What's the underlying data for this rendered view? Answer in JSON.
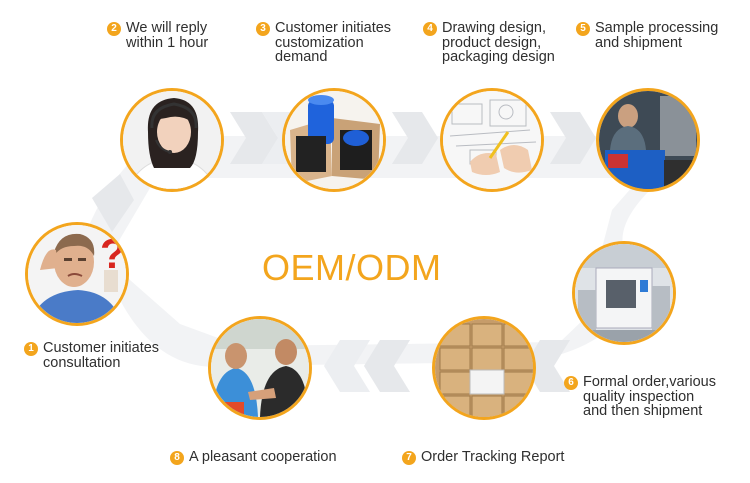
{
  "center_title": "OEM/ODM",
  "accent_color": "#f3a51d",
  "path_color": "#eef0f3",
  "steps": [
    {
      "num": "1",
      "label": "Customer initiates\nconsultation",
      "photo": "confused-man-with-question-mark"
    },
    {
      "num": "2",
      "label": "We will reply\nwithin 1 hour",
      "photo": "support-agent-with-headset"
    },
    {
      "num": "3",
      "label": "Customer initiates\ncustomization\ndemand",
      "photo": "blue-bottle-in-gift-box"
    },
    {
      "num": "4",
      "label": "Drawing design,\nproduct design,\npackaging design",
      "photo": "hands-sketching-technical-drawings"
    },
    {
      "num": "5",
      "label": "Sample processing\nand shipment",
      "photo": "worker-at-production-machine"
    },
    {
      "num": "6",
      "label": "Formal order,various\nquality inspection\nand then shipment",
      "photo": "cnc-machine-in-factory"
    },
    {
      "num": "7",
      "label": "Order Tracking Report",
      "photo": "stacked-cardboard-boxes"
    },
    {
      "num": "8",
      "label": "A pleasant cooperation",
      "photo": "business-handshake"
    }
  ]
}
